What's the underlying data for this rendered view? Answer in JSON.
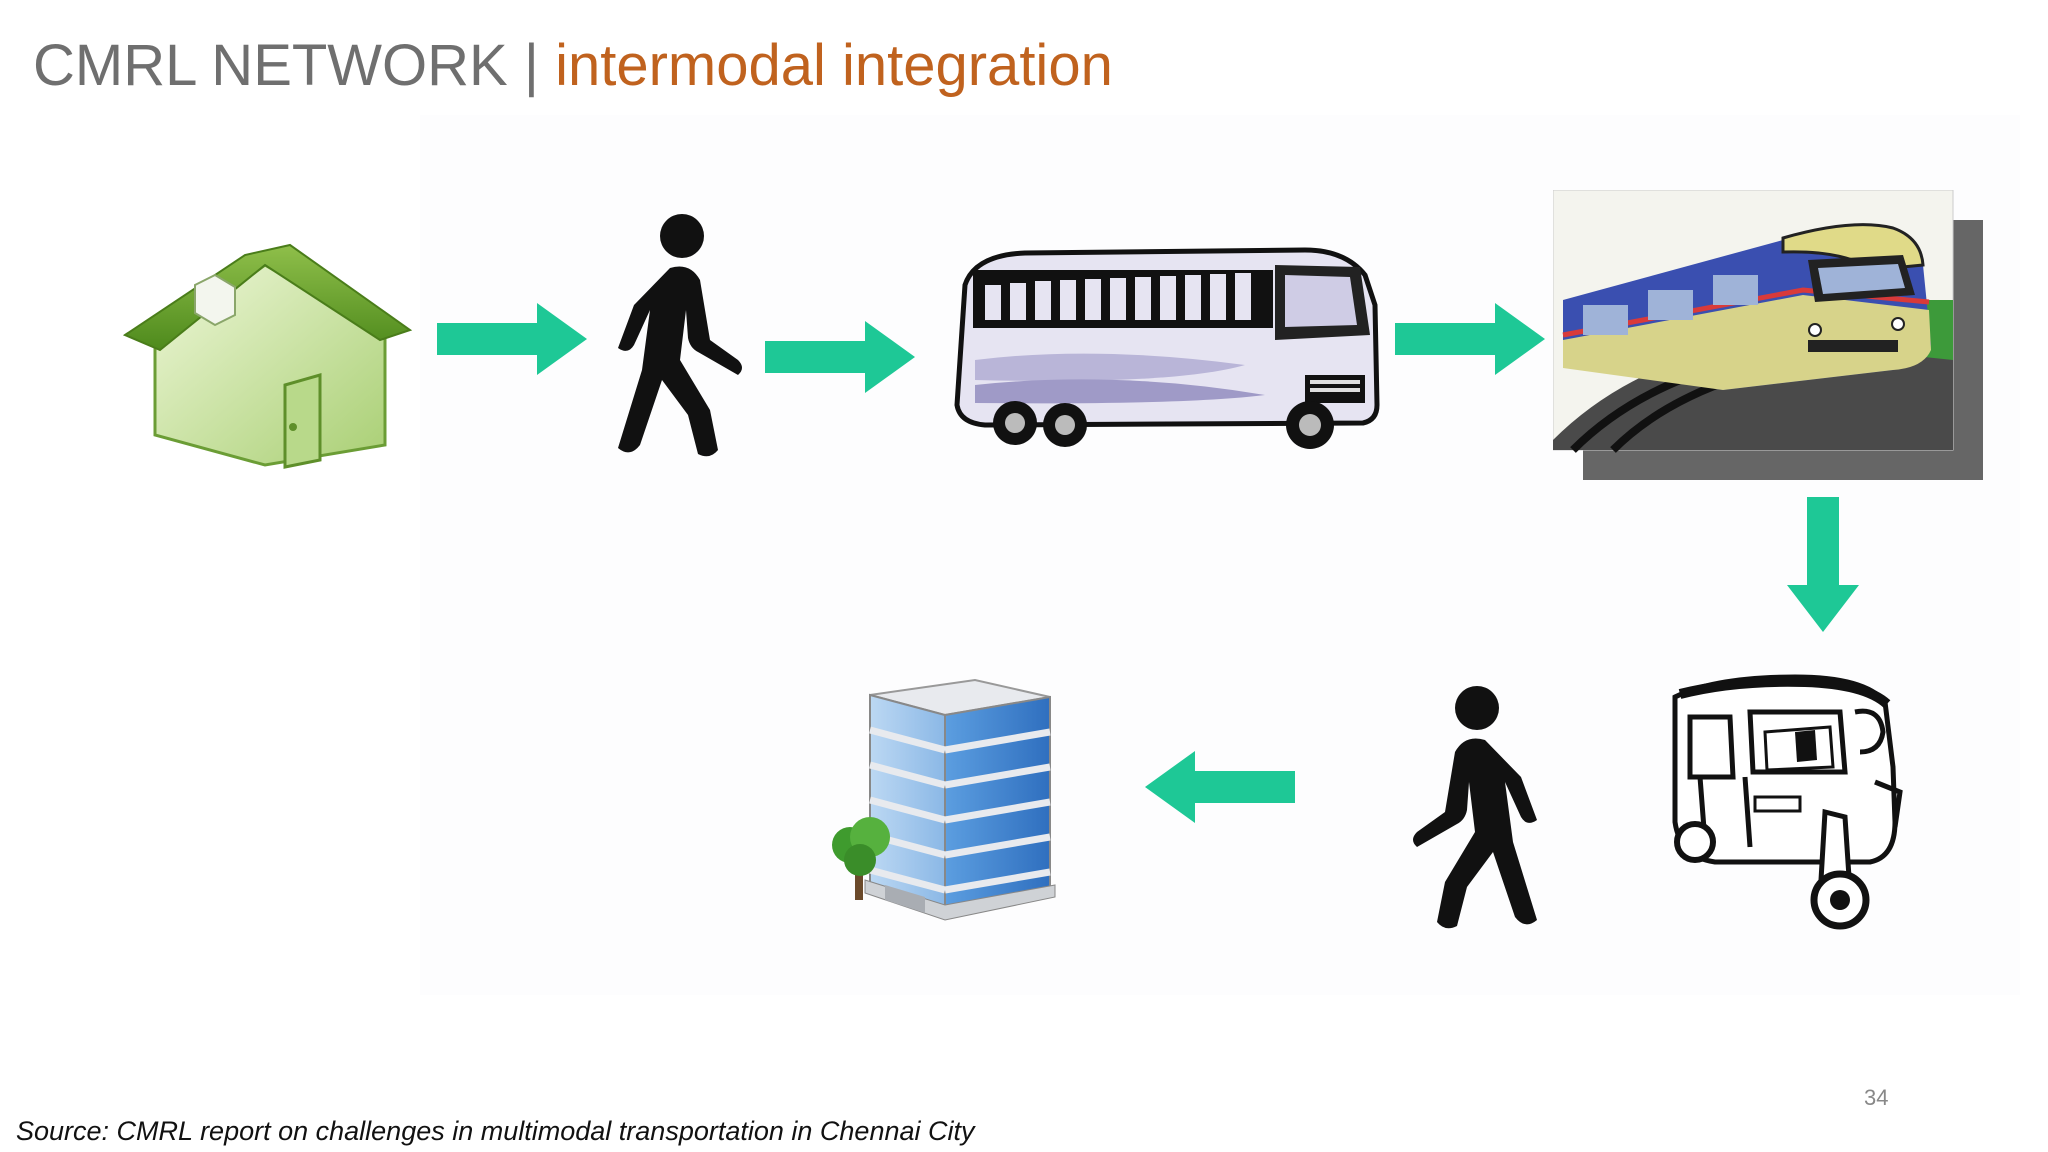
{
  "slide": {
    "title_main": "CMRL NETWORK",
    "title_separator": "|",
    "title_sub": "intermodal integration",
    "source": "Source: CMRL report on challenges in multimodal transportation in Chennai City",
    "page_number": "34"
  },
  "colors": {
    "title_main": "#6f6f6f",
    "title_sub": "#c0621e",
    "arrow": "#1ec896"
  },
  "flow": {
    "steps": [
      {
        "id": "home",
        "icon": "house-icon"
      },
      {
        "id": "walk-1",
        "icon": "pedestrian-icon"
      },
      {
        "id": "bus",
        "icon": "bus-icon"
      },
      {
        "id": "metro",
        "icon": "metro-train-icon"
      },
      {
        "id": "auto-rickshaw",
        "icon": "auto-rickshaw-icon"
      },
      {
        "id": "walk-2",
        "icon": "pedestrian-icon"
      },
      {
        "id": "office",
        "icon": "office-building-icon"
      }
    ],
    "arrows": [
      {
        "from": "home",
        "to": "walk-1",
        "direction": "right"
      },
      {
        "from": "walk-1",
        "to": "bus",
        "direction": "right"
      },
      {
        "from": "bus",
        "to": "metro",
        "direction": "right"
      },
      {
        "from": "metro",
        "to": "auto-rickshaw",
        "direction": "down"
      },
      {
        "from": "walk-2",
        "to": "office",
        "direction": "left"
      }
    ]
  }
}
